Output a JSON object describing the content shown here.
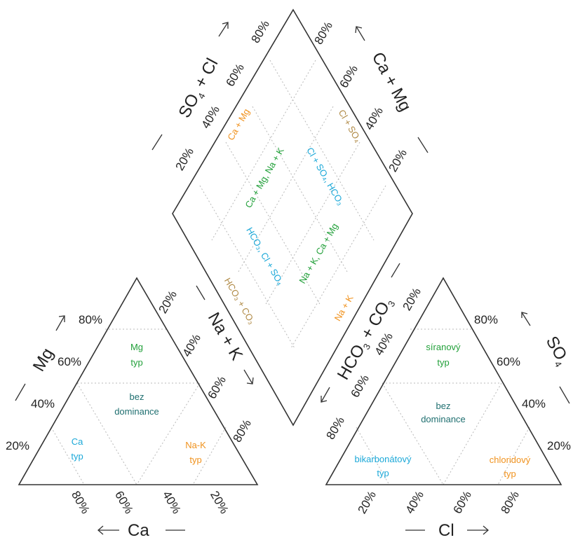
{
  "colors": {
    "green": "#22a03a",
    "blue": "#1ba8d8",
    "orange": "#f0921e",
    "brown": "#b08a46",
    "teal": "#1f6f70",
    "line": "#333333",
    "grid": "#b8b8b8"
  },
  "cation_triangle": {
    "axis_mg": "Mg",
    "axis_ca": "Ca",
    "left_ticks": [
      "20%",
      "40%",
      "60%",
      "80%"
    ],
    "bottom_ticks": [
      "80%",
      "60%",
      "40%",
      "20%"
    ],
    "right_ticks": [
      "20%",
      "40%",
      "60%",
      "80%"
    ],
    "axis_nak": "Na + K",
    "zones": {
      "mg_line1": "Mg",
      "mg_line2": "typ",
      "bez_line1": "bez",
      "bez_line2": "dominance",
      "ca_line1": "Ca",
      "ca_line2": "typ",
      "nak_line1": "Na-K",
      "nak_line2": "typ"
    }
  },
  "anion_triangle": {
    "axis_so4": "SO",
    "axis_so4_sub": "4",
    "axis_cl": "Cl",
    "left_ticks": [
      "20%",
      "40%",
      "60%",
      "80%"
    ],
    "bottom_ticks": [
      "20%",
      "40%",
      "60%",
      "80%"
    ],
    "right_ticks": [
      "20%",
      "40%",
      "60%",
      "80%"
    ],
    "axis_hco3": "HCO",
    "axis_hco3_sub": "3",
    "axis_hco3_tail": " + CO",
    "axis_hco3_tail_sub": "3",
    "zones": {
      "siran_line1": "síranový",
      "siran_line2": "typ",
      "bez_line1": "bez",
      "bez_line2": "dominance",
      "bikarb_line1": "bikarbonátový",
      "bikarb_line2": "typ",
      "chlorid_line1": "chloridový",
      "chlorid_line2": "typ"
    }
  },
  "diamond": {
    "left_axis": "SO",
    "left_axis_sub": "4",
    "left_axis_tail": " + Cl",
    "right_axis": "Ca + Mg",
    "left_ticks": [
      "20%",
      "40%",
      "60%",
      "80%"
    ],
    "right_ticks": [
      "20%",
      "40%",
      "60%",
      "80%"
    ],
    "zones": {
      "top_left": "Ca + Mg",
      "top_right": "Cl + SO₄",
      "left_bottom": "HCO₃ + CO₃",
      "right_bottom": "Na + K",
      "center_green_a": "Ca + Mg, Na + K",
      "center_blue_a": "Cl + SO₄, HCO₃",
      "center_blue_b": "HCO₃, Cl + SO₄",
      "center_green_b": "Na + K, Ca + Mg"
    }
  }
}
